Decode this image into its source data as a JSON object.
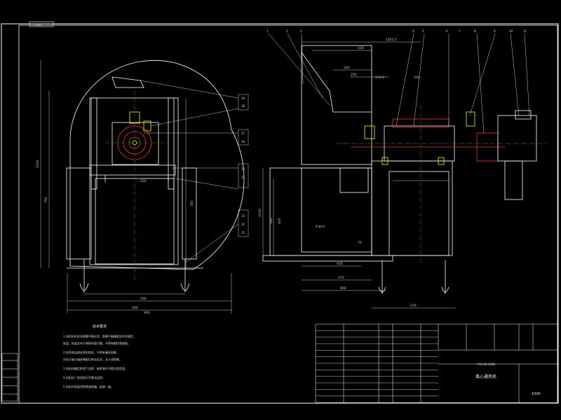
{
  "sheet_tag": "CAD",
  "title_block": {
    "drawing_name": "离心通风机",
    "drawing_number": "1000",
    "scale_code": "Y-YS-S0-1000"
  },
  "technical_requirements": {
    "heading": "技术要求",
    "lines": [
      "1.风机的叶轮须经静平衡试验，其静平衡精度应符合规定，",
      "  轮盘、轮盖及叶片焊接牢固可靠，不得有裂纹等缺陷。",
      "2.机壳各连接处密封良好，不得有漏风现象，",
      "  风机主轴与轴承装配后转动灵活，无卡滞现象。",
      "3.风机在额定转速下运转，轴承温升不超过规定值，",
      "4.风机出厂前须进行空载试运转。",
      "5.风机外表面涂防锈漆两遍，面漆一遍。"
    ]
  },
  "balloons_left": [
    "19",
    "18",
    "17",
    "16",
    "15",
    "14",
    "13",
    "12",
    "11"
  ],
  "balloons_top": [
    "1",
    "2",
    "3",
    "4",
    "5",
    "6",
    "7",
    "8",
    "9",
    "10",
    "11"
  ],
  "dims_left": {
    "overall_width": "900",
    "base_span": "580",
    "half_span": "290",
    "height": "1100",
    "mid_height": "790",
    "small": "350",
    "motor": "220"
  },
  "dims_right": {
    "top1": "1055.5",
    "top2": "530",
    "top3": "540",
    "top4": "250",
    "top5": "110.9",
    "top6": "500",
    "base1": "435",
    "base2": "470",
    "base3": "660",
    "base4": "270",
    "leg": "8-φ14",
    "mid": "75",
    "side1": "1530",
    "side2": "330",
    "side3": "400"
  },
  "parts_rows": 12
}
